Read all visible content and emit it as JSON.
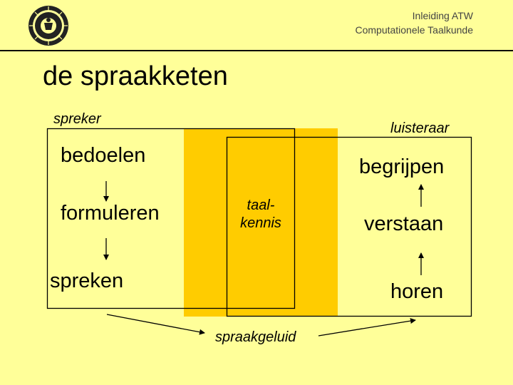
{
  "header": {
    "line1": "Inleiding ATW",
    "line2": "Computationele Taalkunde"
  },
  "title": "de spraakketen",
  "speaker": {
    "label": "spreker",
    "steps": [
      "bedoelen",
      "formuleren",
      "spreken"
    ]
  },
  "listener": {
    "label": "luisteraar",
    "steps": [
      "begrijpen",
      "verstaan",
      "horen"
    ]
  },
  "knowledge": {
    "line1": "taal-",
    "line2": "kennis"
  },
  "sound_label": "spraakgeluid",
  "colors": {
    "background": "#ffff99",
    "knowledge_fill": "#ffcc00",
    "outline": "#000000"
  },
  "logo": {
    "icon": "university-seal-icon"
  }
}
